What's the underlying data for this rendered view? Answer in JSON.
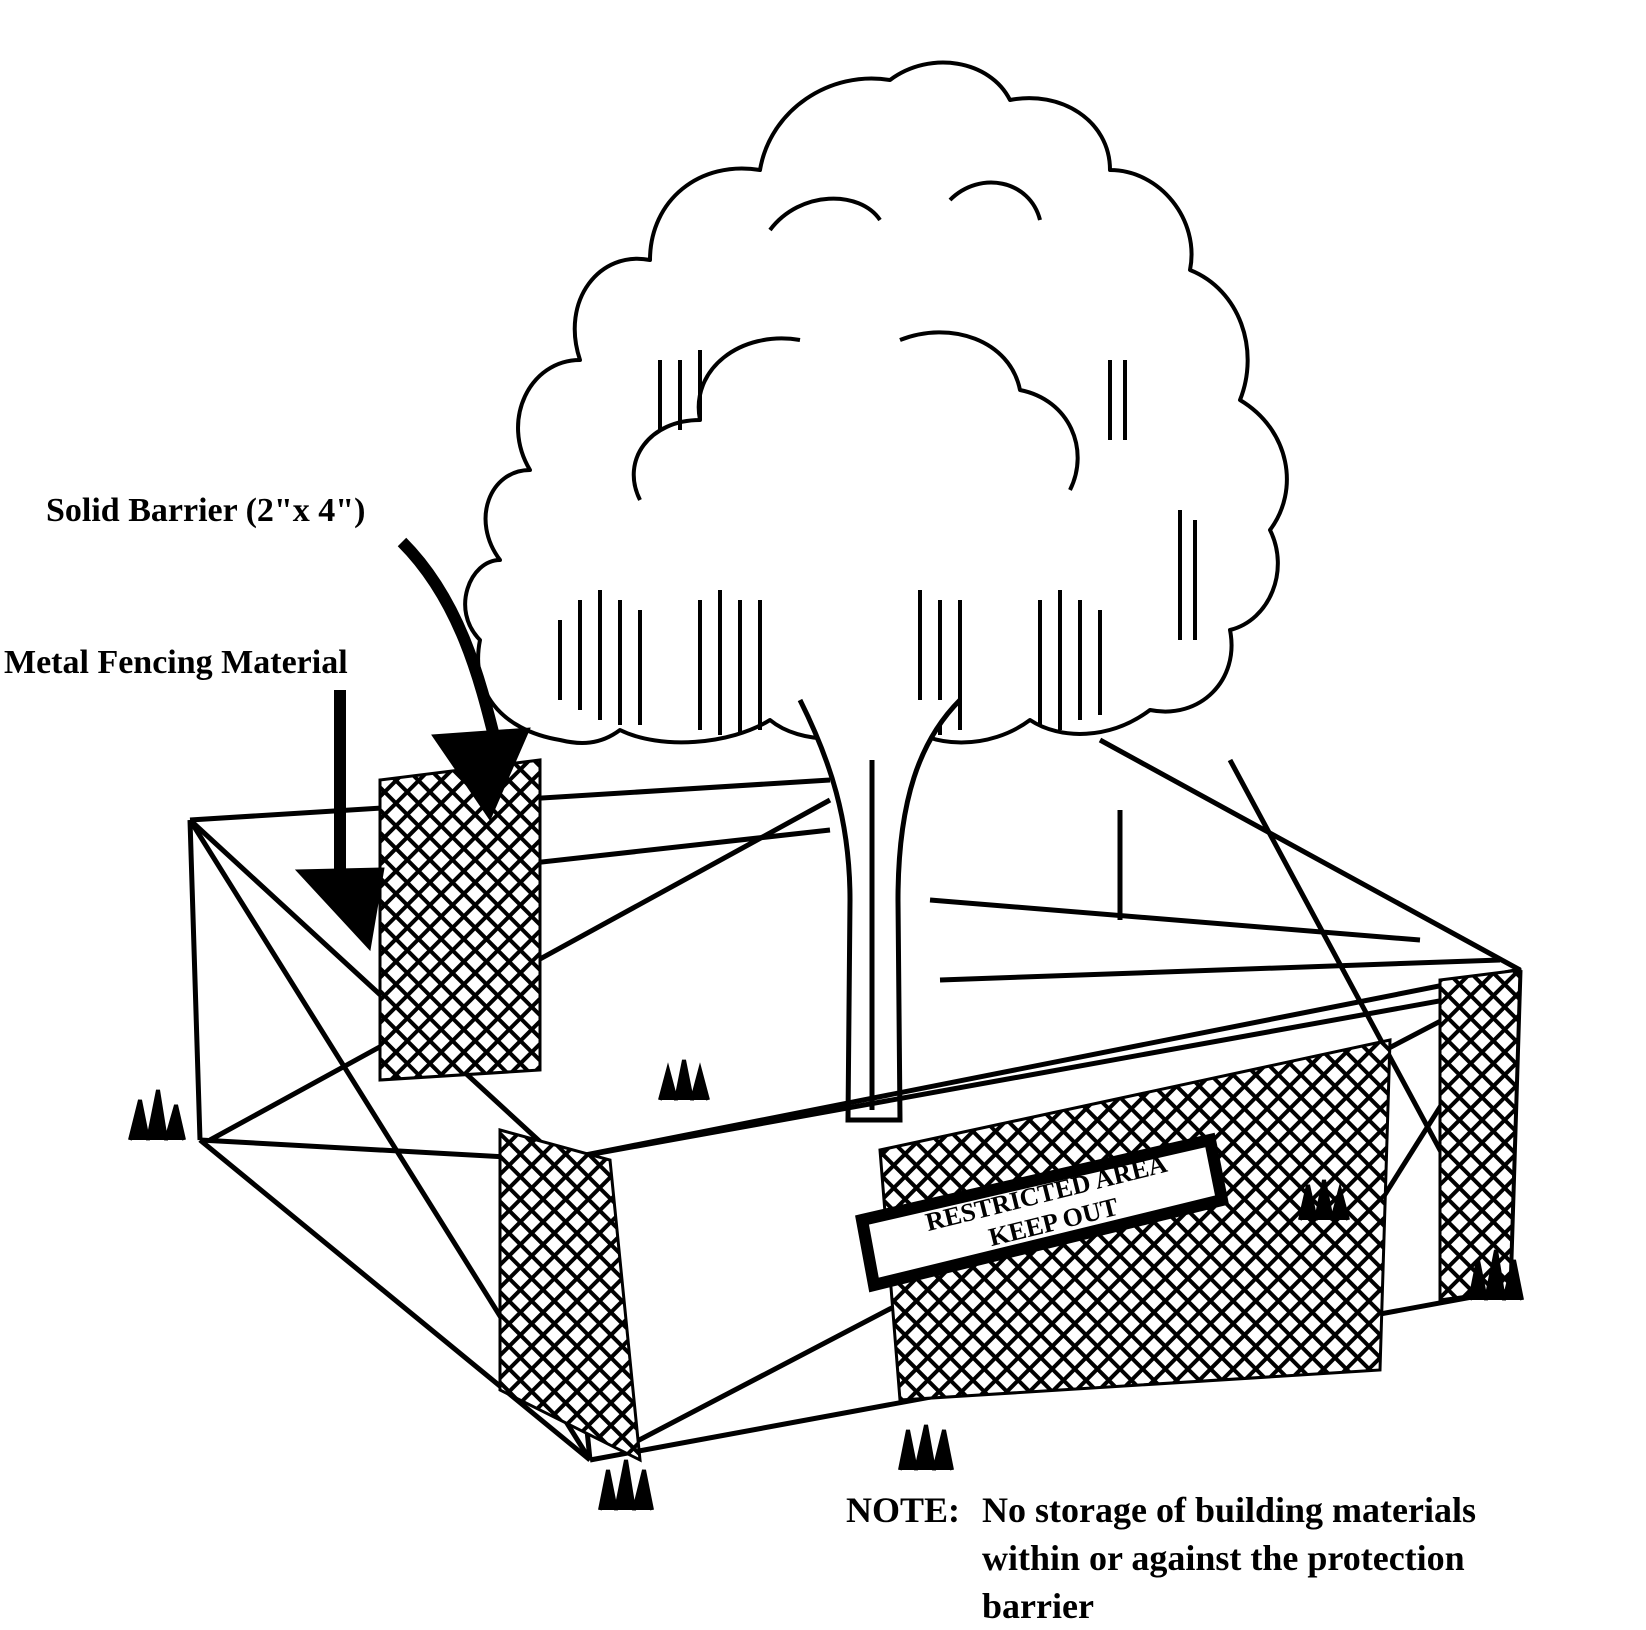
{
  "labels": {
    "solid_barrier": "Solid Barrier (2\"x 4\")",
    "metal_fencing": "Metal Fencing Material"
  },
  "sign": {
    "line1": "RESTRICTED AREA",
    "line2": "KEEP OUT"
  },
  "note": {
    "prefix": "NOTE:",
    "text": "No storage of building materials within or against the protection barrier"
  }
}
